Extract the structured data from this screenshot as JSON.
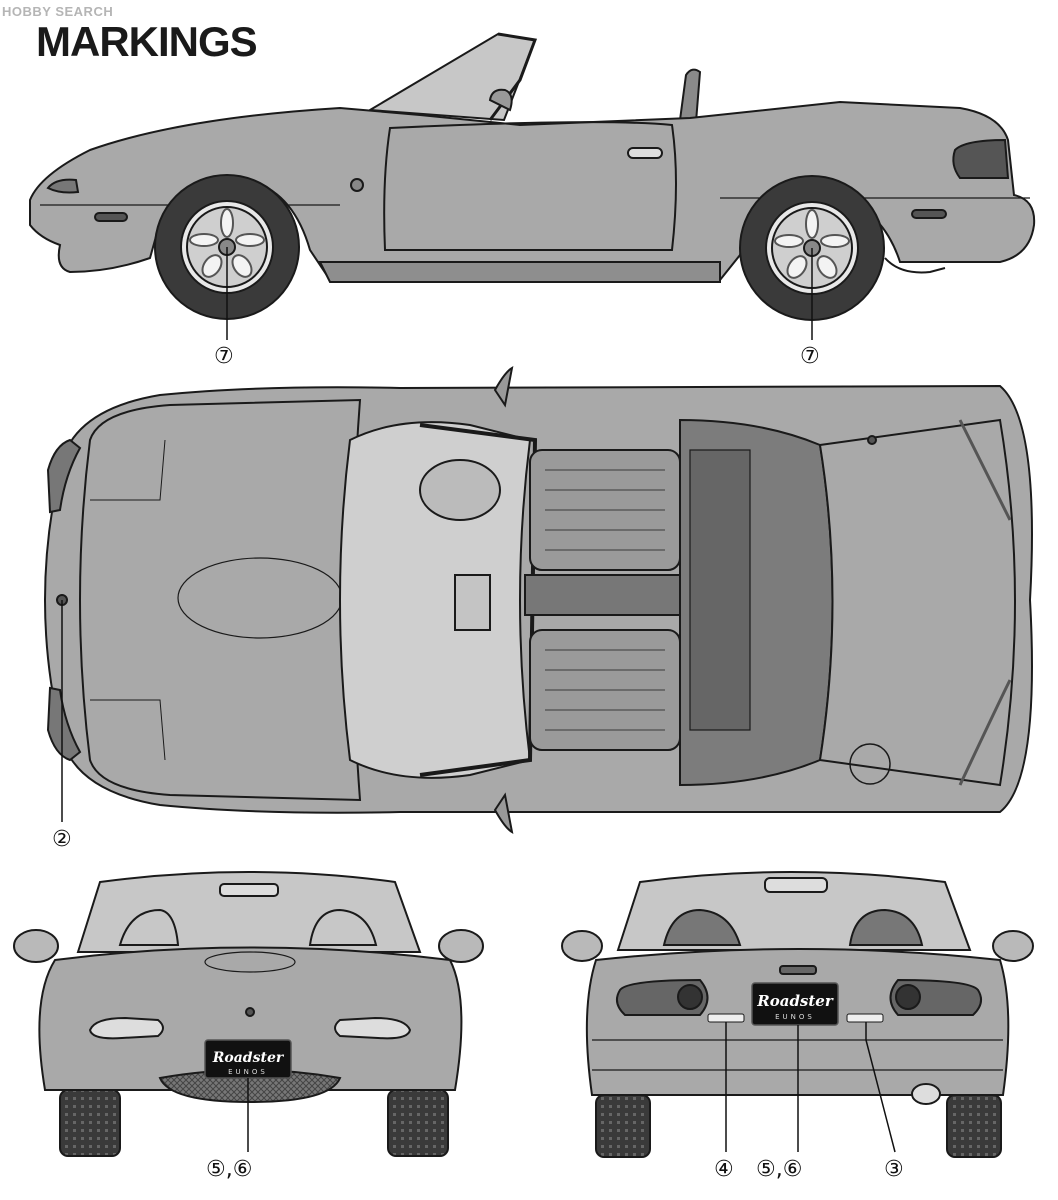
{
  "header": {
    "watermark": "HOBBY SEARCH",
    "title": "MARKINGS"
  },
  "callouts": {
    "side_front_wheel": "⑦",
    "side_rear_wheel": "⑦",
    "top_hood_emblem": "②",
    "front_plate": "⑤,⑥",
    "rear_badge_left": "④",
    "rear_plate": "⑤,⑥",
    "rear_badge_right": "③"
  },
  "plates": {
    "script": "Roadster",
    "sub": "EUNOS"
  },
  "colors": {
    "body": "#a9a9a9",
    "body_dark": "#8a8a8a",
    "line": "#1a1a1a",
    "tire": "#3a3a3a",
    "plate": "#111111"
  }
}
